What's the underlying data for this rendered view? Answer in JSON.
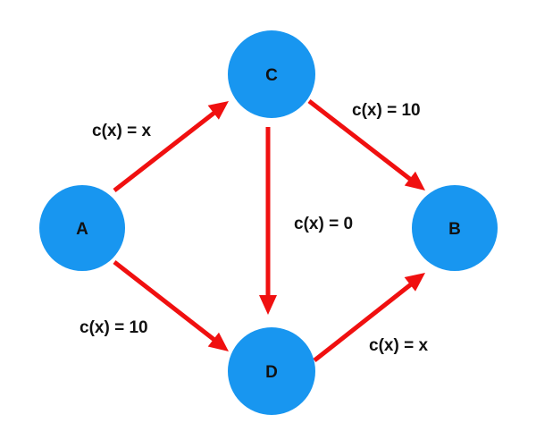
{
  "colors": {
    "node_fill": "#1896f0",
    "edge_color": "#f01010",
    "text_color": "#111111",
    "background": "#ffffff"
  },
  "nodes": {
    "A": {
      "label": "A"
    },
    "B": {
      "label": "B"
    },
    "C": {
      "label": "C"
    },
    "D": {
      "label": "D"
    }
  },
  "edges": {
    "a_to_c": {
      "from": "A",
      "to": "C",
      "cost_label": "c(x) = x"
    },
    "c_to_b": {
      "from": "C",
      "to": "B",
      "cost_label": "c(x) = 10"
    },
    "c_to_d": {
      "from": "C",
      "to": "D",
      "cost_label": "c(x) = 0"
    },
    "a_to_d": {
      "from": "A",
      "to": "D",
      "cost_label": "c(x) = 10"
    },
    "d_to_b": {
      "from": "D",
      "to": "B",
      "cost_label": "c(x) = x"
    }
  }
}
